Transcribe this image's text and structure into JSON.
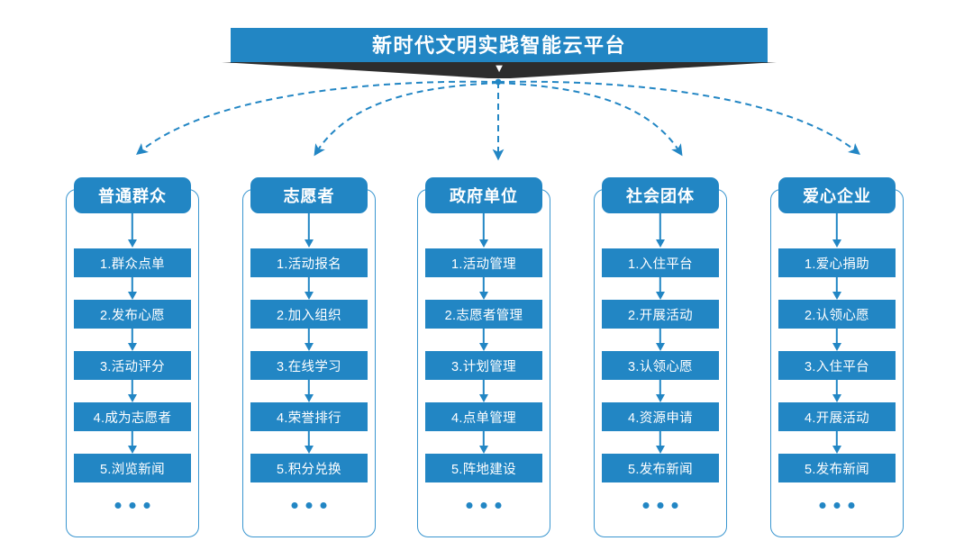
{
  "title": {
    "text": "新时代文明实践智能云平台",
    "chevron": "▼",
    "bar_color": "#2286c4",
    "ribbon_color": "#2d2d2d"
  },
  "theme": {
    "accent": "#2286c4",
    "outline": "#3a96d0",
    "text_on_accent": "#ffffff",
    "background": "#ffffff"
  },
  "ellipsis_label": "...",
  "columns": [
    {
      "header": "普通群众",
      "items": [
        "1.群众点单",
        "2.发布心愿",
        "3.活动评分",
        "4.成为志愿者",
        "5.浏览新闻"
      ]
    },
    {
      "header": "志愿者",
      "items": [
        "1.活动报名",
        "2.加入组织",
        "3.在线学习",
        "4.荣誉排行",
        "5.积分兑换"
      ]
    },
    {
      "header": "政府单位",
      "items": [
        "1.活动管理",
        "2.志愿者管理",
        "3.计划管理",
        "4.点单管理",
        "5.阵地建设"
      ]
    },
    {
      "header": "社会团体",
      "items": [
        "1.入住平台",
        "2.开展活动",
        "3.认领心愿",
        "4.资源申请",
        "5.发布新闻"
      ]
    },
    {
      "header": "爱心企业",
      "items": [
        "1.爱心捐助",
        "2.认领心愿",
        "3.入住平台",
        "4.开展活动",
        "5.发布新闻"
      ]
    }
  ]
}
